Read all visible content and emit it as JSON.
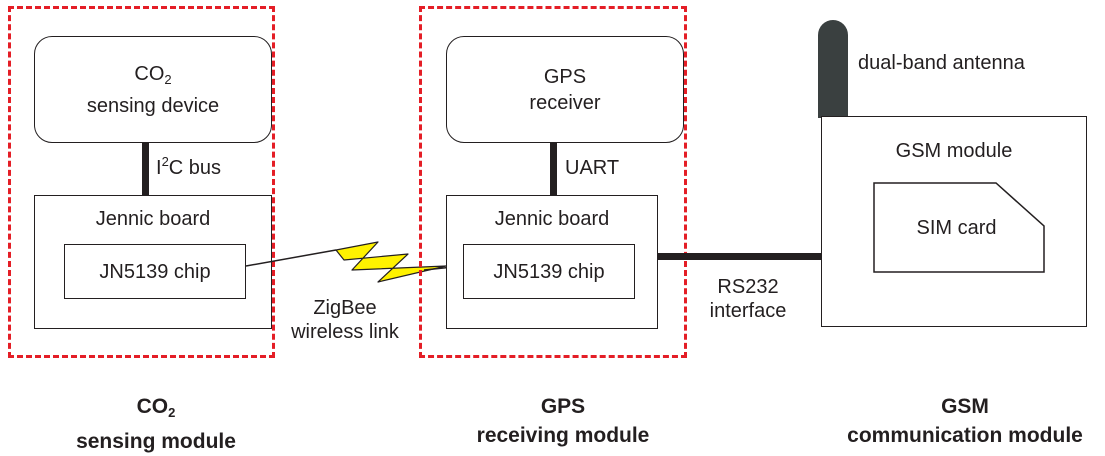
{
  "co2_module": {
    "device_line1": "CO",
    "device_sub": "2",
    "device_line2": "sensing device",
    "bus_prefix": "I",
    "bus_sup": "2",
    "bus_suffix": "C bus",
    "board_label": "Jennic board",
    "chip_label": "JN5139 chip",
    "title_line1": "CO",
    "title_sub": "2",
    "title_line2": "sensing module"
  },
  "zigbee": {
    "line1": "ZigBee",
    "line2": "wireless link",
    "bolt_color": "#fff200"
  },
  "gps_module": {
    "receiver_line1": "GPS",
    "receiver_line2": "receiver",
    "bus_label": "UART",
    "board_label": "Jennic board",
    "chip_label": "JN5139 chip",
    "title_line1": "GPS",
    "title_line2": "receiving module"
  },
  "rs232": {
    "line1": "RS232",
    "line2": "interface"
  },
  "gsm_module": {
    "antenna_label": "dual-band antenna",
    "module_label": "GSM module",
    "sim_label": "SIM card",
    "title_line1": "GSM",
    "title_line2": "communication module"
  },
  "colors": {
    "dashed_border": "#e41e26",
    "line": "#231f20",
    "antenna": "#3a4040"
  }
}
